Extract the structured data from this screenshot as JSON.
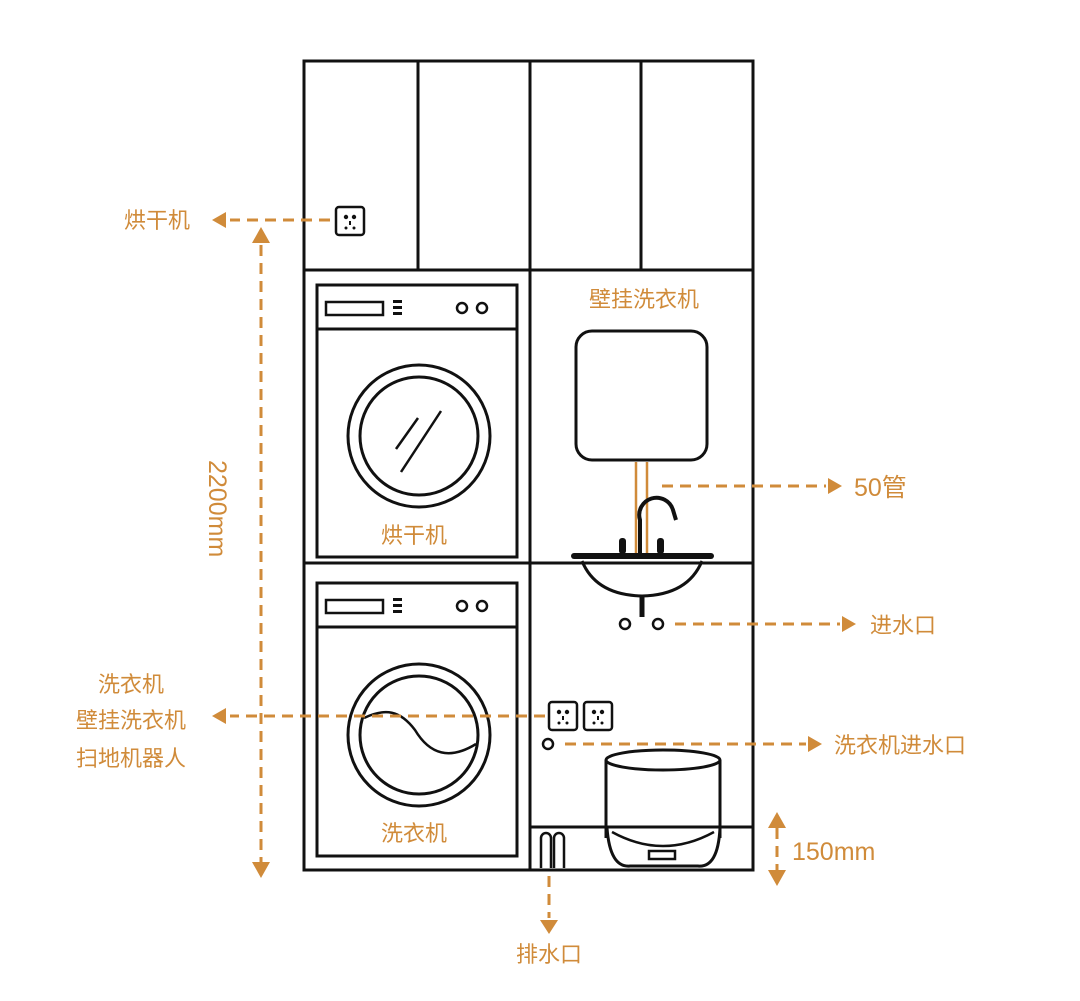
{
  "diagram": {
    "type": "laundry-cabinet-elevation",
    "colors": {
      "accent": "#d08b3a",
      "line": "#111111",
      "background": "#ffffff"
    },
    "labels": {
      "dryer_outlet": "烘干机",
      "dryer_appliance": "烘干机",
      "washer_appliance": "洗衣机",
      "wall_washer_title": "壁挂洗衣机",
      "pipe_50": "50管",
      "water_inlet": "进水口",
      "washer_water_inlet": "洗衣机进水口",
      "drain": "排水口",
      "outlet_group_line1": "洗衣机",
      "outlet_group_line2": "壁挂洗衣机",
      "outlet_group_line3": "扫地机器人",
      "height_total": "2200mm",
      "height_base": "150mm"
    },
    "icons": [
      "power-outlet-icon",
      "dryer-icon",
      "washing-machine-icon",
      "wall-mounted-washer-icon",
      "sink-icon",
      "faucet-icon",
      "robot-vacuum-dock-icon",
      "drain-pipe-icon",
      "arrow-icon"
    ]
  }
}
